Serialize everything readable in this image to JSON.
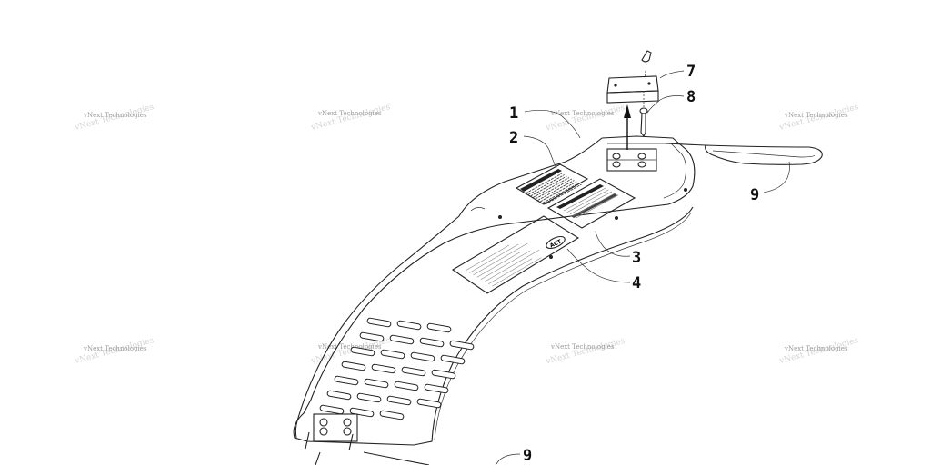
{
  "watermark": {
    "text": "vNext Technologies",
    "ghost_text": "vNext Technologies"
  },
  "callouts": [
    {
      "id": "c1",
      "label": "1"
    },
    {
      "id": "c2",
      "label": "2"
    },
    {
      "id": "c3",
      "label": "3"
    },
    {
      "id": "c4",
      "label": "4"
    },
    {
      "id": "c7",
      "label": "7"
    },
    {
      "id": "c8",
      "label": "8"
    },
    {
      "id": "c9a",
      "label": "9"
    },
    {
      "id": "c9b",
      "label": "9"
    }
  ],
  "decal_logo": "ACT"
}
